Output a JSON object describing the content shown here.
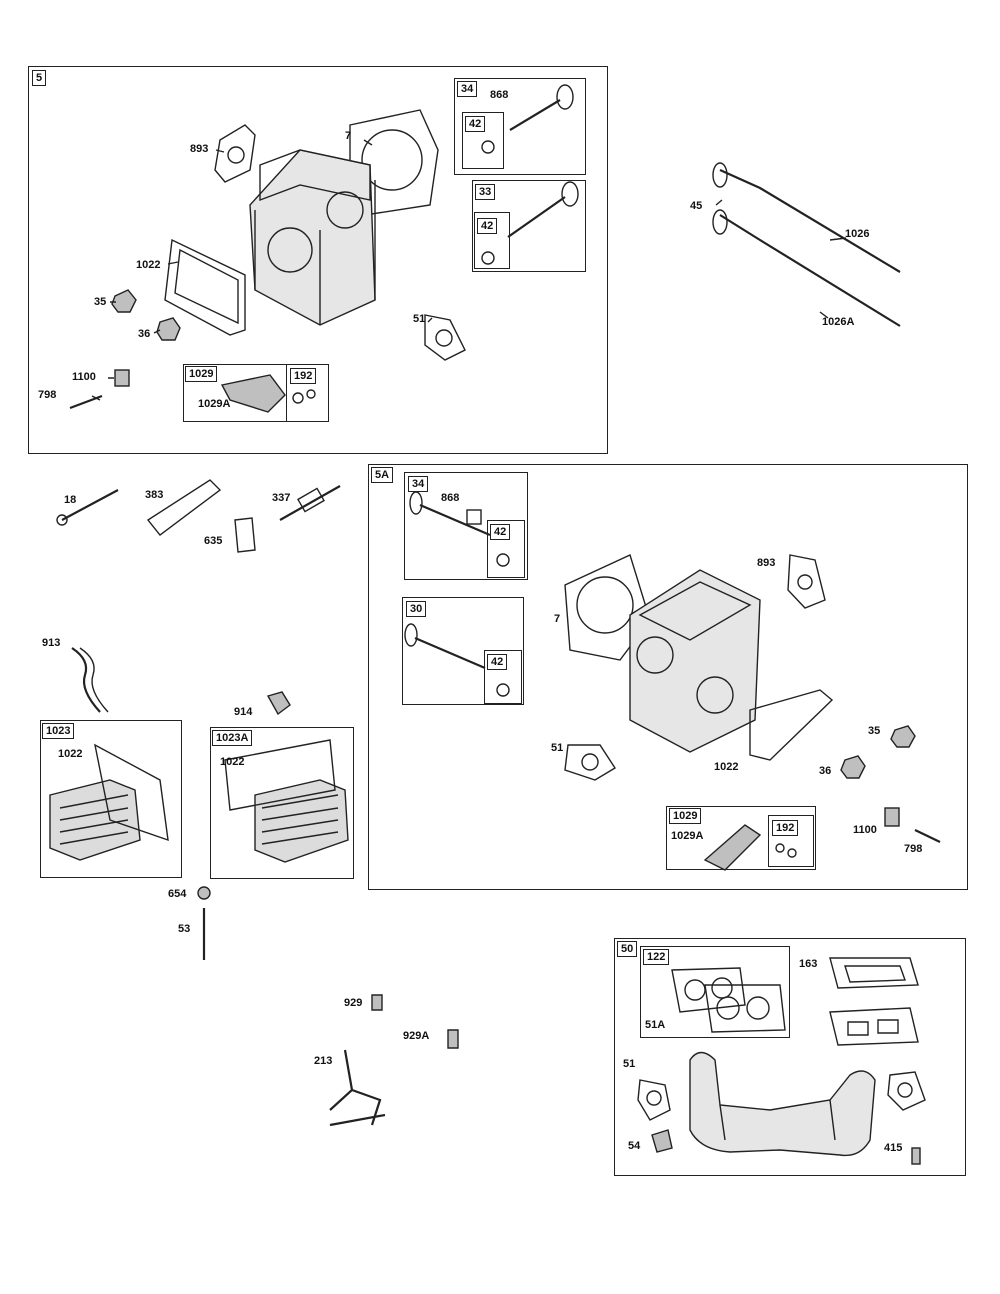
{
  "groups": {
    "g5": {
      "tag": "5"
    },
    "g5a": {
      "tag": "5A"
    },
    "g50": {
      "tag": "50"
    }
  },
  "boxes": {
    "b34_top": "34",
    "b42_top1": "42",
    "b33": "33",
    "b42_top2": "42",
    "b1029_top": "1029",
    "b192_top": "192",
    "b34_mid": "34",
    "b42_mid1": "42",
    "b30": "30",
    "b42_mid2": "42",
    "b1029_mid": "1029",
    "b192_mid": "192",
    "b1023": "1023",
    "b1023a": "1023A",
    "b122": "122"
  },
  "labels": {
    "l893a": "893",
    "l7a": "7",
    "l868a": "868",
    "l1022a": "1022",
    "l35a": "35",
    "l36a": "36",
    "l51a": "51",
    "l1100a": "1100",
    "l798a": "798",
    "l1029aa": "1029A",
    "l45": "45",
    "l1026": "1026",
    "l1026a": "1026A",
    "l18": "18",
    "l383": "383",
    "l337": "337",
    "l635": "635",
    "l868b": "868",
    "l893b": "893",
    "l7b": "7",
    "l51b": "51",
    "l1022b": "1022",
    "l35b": "35",
    "l36b": "36",
    "l1100b": "1100",
    "l798b": "798",
    "l1029ab": "1029A",
    "l913": "913",
    "l914": "914",
    "l1022c": "1022",
    "l1022d": "1022",
    "l654": "654",
    "l53": "53",
    "l929": "929",
    "l929a": "929A",
    "l213": "213",
    "l163": "163",
    "l51ac": "51A",
    "l51c": "51",
    "l54": "54",
    "l415": "415"
  }
}
